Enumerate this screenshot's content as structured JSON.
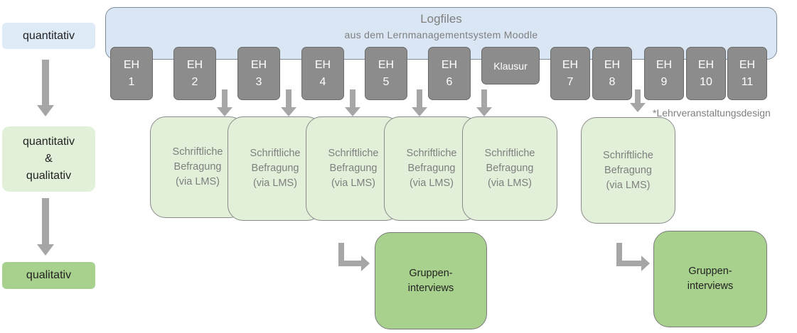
{
  "levels": {
    "quantitative": "quantitativ",
    "mixed": [
      "quantitativ",
      "&",
      "qualitativ"
    ],
    "qualitative": "qualitativ"
  },
  "logfiles": {
    "title": "Logfiles",
    "subtitle": "aus dem Lernmanagementsystem Moodle"
  },
  "units": [
    {
      "label": "EH",
      "number": "1"
    },
    {
      "label": "EH",
      "number": "2"
    },
    {
      "label": "EH",
      "number": "3"
    },
    {
      "label": "EH",
      "number": "4"
    },
    {
      "label": "EH",
      "number": "5"
    },
    {
      "label": "EH",
      "number": "6"
    },
    {
      "label": "Klausur",
      "number": ""
    },
    {
      "label": "EH",
      "number": "7"
    },
    {
      "label": "EH",
      "number": "8"
    },
    {
      "label": "EH",
      "number": "9"
    },
    {
      "label": "EH",
      "number": "10"
    },
    {
      "label": "EH",
      "number": "11"
    }
  ],
  "note": "*Lehrveranstaltungsdesign",
  "survey": [
    "Schriftliche",
    "Befragung",
    "(via LMS)"
  ],
  "interview": [
    "Gruppen-",
    "interviews"
  ],
  "colors": {
    "quantitative_bg": "#deebf7",
    "mixed_bg": "#e2f0d9",
    "qualitative_bg": "#a9d18e",
    "unit_gray": "#8c8c8c",
    "arrow_gray": "#a6a6a6"
  }
}
